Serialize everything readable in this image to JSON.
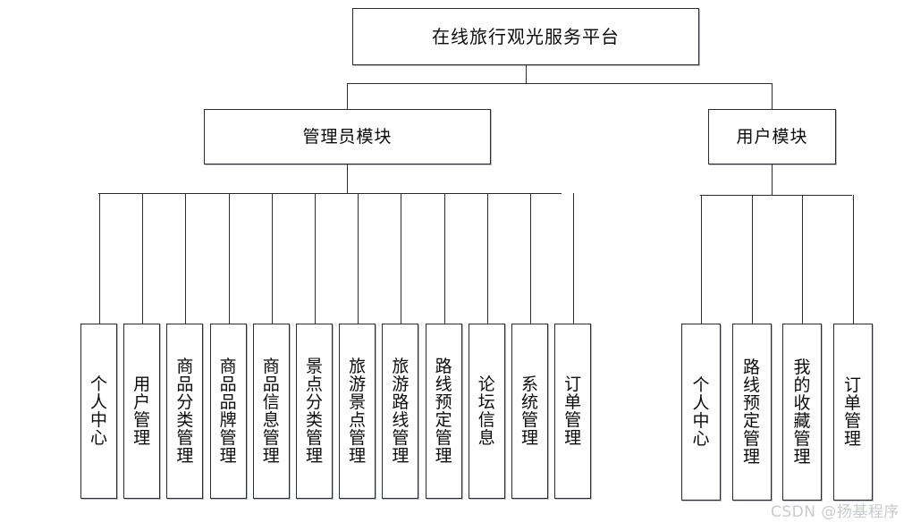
{
  "diagram": {
    "title": "在线旅行观光服务平台",
    "root": {
      "label": "在线旅行观光服务平台"
    },
    "modules": [
      {
        "label": "管理员模块"
      },
      {
        "label": "用户模块"
      }
    ],
    "admin_leaves": [
      {
        "label": "个人中心"
      },
      {
        "label": "用户管理"
      },
      {
        "label": "商品分类管理"
      },
      {
        "label": "商品品牌管理"
      },
      {
        "label": "商品信息管理"
      },
      {
        "label": "景点分类管理"
      },
      {
        "label": "旅游景点管理"
      },
      {
        "label": "旅游路线管理"
      },
      {
        "label": "路线预定管理"
      },
      {
        "label": "论坛信息"
      },
      {
        "label": "系统管理"
      },
      {
        "label": "订单管理"
      }
    ],
    "user_leaves": [
      {
        "label": "个人中心"
      },
      {
        "label": "路线预定管理"
      },
      {
        "label": "我的收藏管理"
      },
      {
        "label": "订单管理"
      }
    ]
  },
  "watermark": {
    "text": "CSDN @扬基程序"
  },
  "colors": {
    "box_border": "#2b2b2b",
    "box_shadow": "#b8bcc4",
    "line": "#2b2b2b",
    "text": "#0b0b0b",
    "background": "#ffffff",
    "watermark": "#c9cace"
  }
}
